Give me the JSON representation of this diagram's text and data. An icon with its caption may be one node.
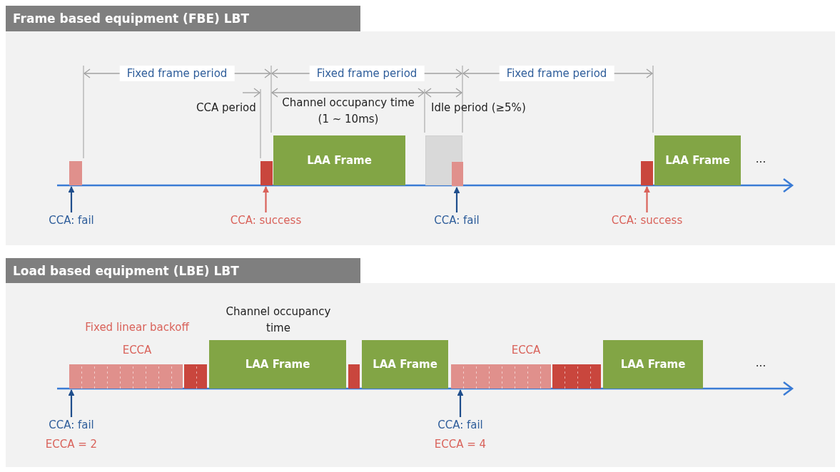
{
  "diagram": {
    "nodes": [
      {
        "text": [
          "Frame based equipment (FBE) LBT"
        ]
      },
      {
        "text": [],
        "shape": "bar"
      },
      {
        "text": [],
        "shape": "bar"
      },
      {
        "text": [
          "LAA Frame"
        ]
      },
      {
        "text": [],
        "shape": "box"
      },
      {
        "text": [],
        "shape": "bar",
        "in": 4
      },
      {
        "text": [],
        "shape": "bar"
      },
      {
        "text": [
          "LAA Frame"
        ]
      },
      {
        "text": [
          "CCA: fail"
        ]
      },
      {
        "text": [
          "CCA: success"
        ]
      },
      {
        "text": [
          "CCA: fail"
        ]
      },
      {
        "text": [
          "CCA: success"
        ]
      },
      {
        "text": [
          "Load based equipment (LBE) LBT"
        ]
      },
      {
        "text": [],
        "shape": "bar"
      },
      {
        "text": [],
        "shape": "bar"
      },
      {
        "text": [
          "LAA Frame"
        ]
      },
      {
        "text": [],
        "shape": "bar"
      },
      {
        "text": [
          "LAA Frame"
        ]
      },
      {
        "text": [],
        "shape": "bar"
      },
      {
        "text": [],
        "shape": "bar"
      },
      {
        "text": [
          "LAA Frame"
        ]
      },
      {
        "text": [
          "CCA: fail",
          "ECCA = 2"
        ]
      },
      {
        "text": [
          "CCA: fail",
          "ECCA = 4"
        ]
      }
    ],
    "edges": [
      {
        "from": 8,
        "to": 1,
        "arrow": "to"
      },
      {
        "from": 9,
        "to": 2,
        "arrow": "to",
        "color": "#d9625a"
      },
      {
        "from": 10,
        "to": 5,
        "arrow": "to"
      },
      {
        "from": 11,
        "to": 6,
        "arrow": "to",
        "color": "#d9625a"
      },
      {
        "from": 21,
        "to": 13,
        "arrow": "to"
      },
      {
        "from": 22,
        "to": 18,
        "arrow": "to"
      }
    ],
    "labels": [
      "Fixed frame period",
      "Fixed frame period",
      "Fixed frame period",
      "CCA period",
      "Channel occupancy time (1 ~ 10ms)",
      "Idle period (≥5%)",
      "...",
      "Channel occupancy time",
      "Fixed linear backoff",
      "ECCA",
      "ECCA",
      "..."
    ]
  }
}
